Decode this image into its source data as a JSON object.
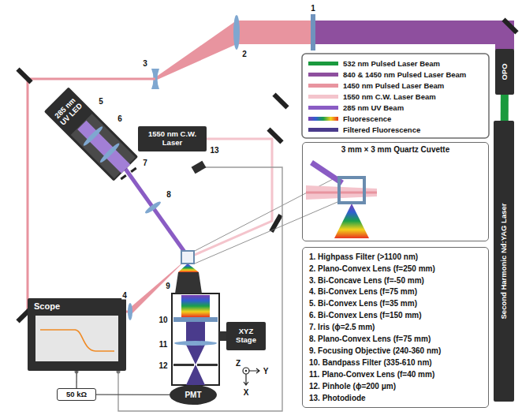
{
  "diagram": {
    "nodes": [
      {
        "text": [
          "OPO"
        ]
      },
      {
        "text": [
          "Second Harmonic Nd:YAG Laser"
        ]
      },
      {
        "text": [
          "3 mm × 3 mm Quartz Cuvette"
        ]
      },
      {
        "text": [
          "1. Highpass Filter (>1100 nm)",
          "2. Plano-Convex Lens (f=250 mm)",
          "3. Bi-Concave Lens (f=-50 mm)",
          "4. Bi-Convex Lens (f=75 mm)",
          "5. Bi-Convex Lens (f=35 mm)",
          "6. Bi-Convex Lens (f=150 mm)",
          "7. Iris (ϕ=2.5 mm)",
          "8. Plano-Convex Lens (f=75 mm)",
          "9. Focusing Objective (240-360 nm)",
          "10. Bandpass Filter (335-610 nm)",
          "11. Plano-Convex Lens (f=40 mm)",
          "12. Pinhole (ϕ=200 μm)",
          "13. Photodiode"
        ]
      },
      {
        "text": [
          "285 nm UV LED"
        ]
      },
      {
        "text": [
          "1550 nm C.W. Laser"
        ]
      },
      {
        "text": [
          "Scope"
        ]
      },
      {
        "text": [
          "XYZ Stage"
        ]
      },
      {
        "text": [
          "50 kΩ"
        ]
      },
      {
        "text": [
          "PMT"
        ]
      }
    ],
    "edges": [
      {
        "from": 1,
        "to": 0,
        "arrow": "none"
      },
      {
        "from": 9,
        "to": 8,
        "arrow": "none"
      },
      {
        "from": 8,
        "to": 6,
        "arrow": "none"
      }
    ],
    "labels": [
      "1",
      "2",
      "3",
      "4",
      "5",
      "6",
      "7",
      "8",
      "9",
      "10",
      "11",
      "12",
      "13",
      "Z",
      "Y",
      "X"
    ],
    "legend": [
      {
        "text": "532 nm Pulsed Laser Beam",
        "color": "#1a9a3e"
      },
      {
        "text": "840 & 1450 nm Pulsed Laser Beam",
        "color": "#8e4f9e"
      },
      {
        "text": "1450 nm Pulsed Laser Beam",
        "color": "#e8949f"
      },
      {
        "text": "1550 nm C.W. Laser Beam",
        "color": "#f4c4cc"
      },
      {
        "text": "285 nm UV Beam",
        "color": "#8a5cc4"
      },
      {
        "text": "Fluorescence"
      },
      {
        "text": "Filtered Fluorescence",
        "color": "#4a3b8c"
      }
    ]
  }
}
